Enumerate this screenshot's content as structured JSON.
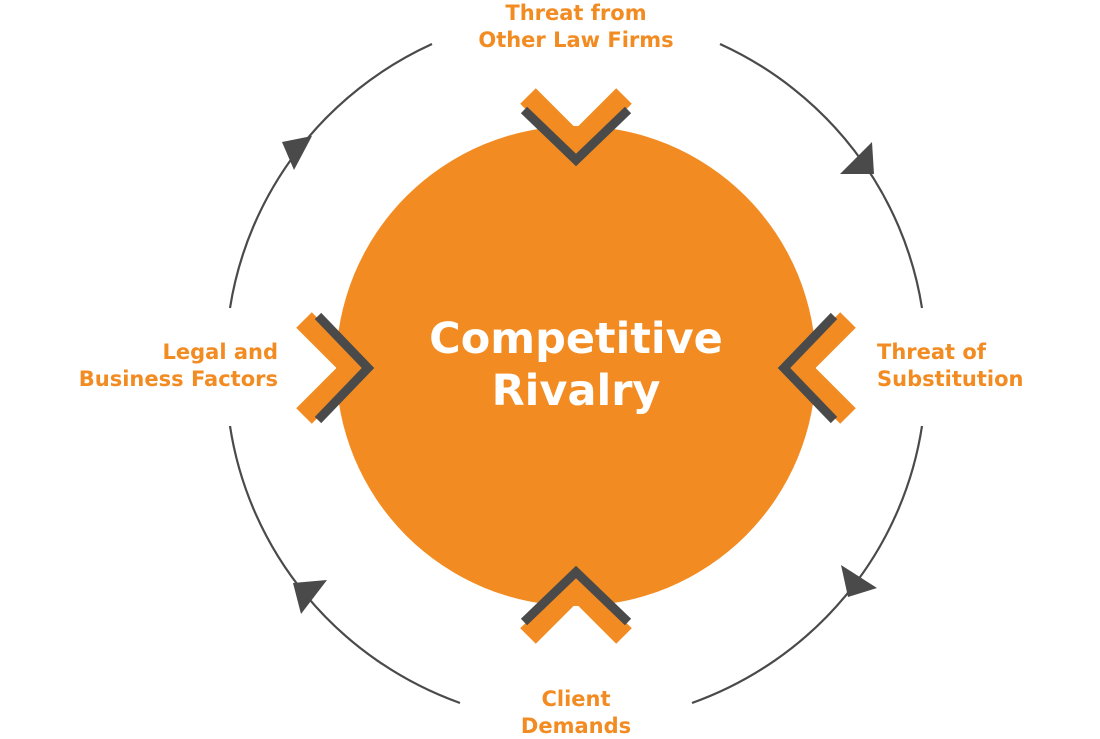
{
  "center": {
    "line1": "Competitive",
    "line2": "Rivalry"
  },
  "forces": {
    "top": {
      "line1": "Threat from",
      "line2": "Other Law Firms"
    },
    "left": {
      "line1": "Legal and",
      "line2": "Business Factors"
    },
    "right": {
      "line1": "Threat of",
      "line2": "Substitution"
    },
    "bottom": {
      "line1": "Client",
      "line2": "Demands"
    }
  },
  "colors": {
    "accent": "#f28c22",
    "dark": "#4a4a4a",
    "text_on_accent": "#ffffff"
  },
  "icons": {
    "cycle_arrows": "triangle-arrowhead-icon",
    "pointers": "double-chevron-icon"
  }
}
